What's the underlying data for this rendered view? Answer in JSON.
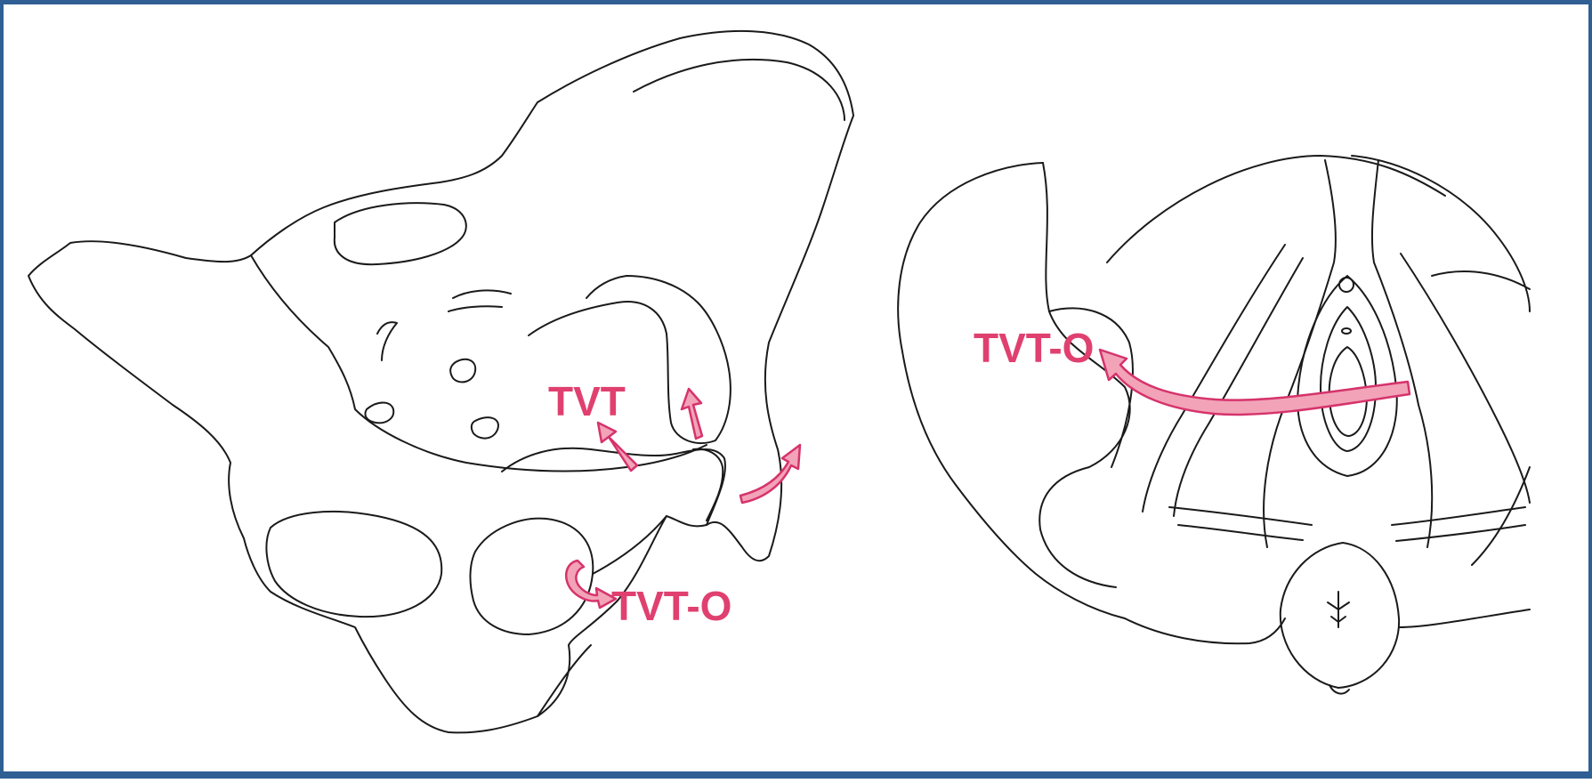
{
  "labels": {
    "pelvis_tvt": "TVT",
    "pelvis_tvt_o": "TVT-O",
    "perineum_tvt_o": "TVT-O"
  },
  "colors": {
    "frame_border": "#2f5f93",
    "outline_stroke": "#1a1a1a",
    "arrow_fill": "#f2a3b8",
    "arrow_stroke": "#d6336c",
    "label_text": "#e0406f"
  },
  "icons": [
    "pelvis-side-view-drawing",
    "perineum-front-view-drawing",
    "retropubic-path-arrow",
    "transobturator-path-arrow"
  ]
}
